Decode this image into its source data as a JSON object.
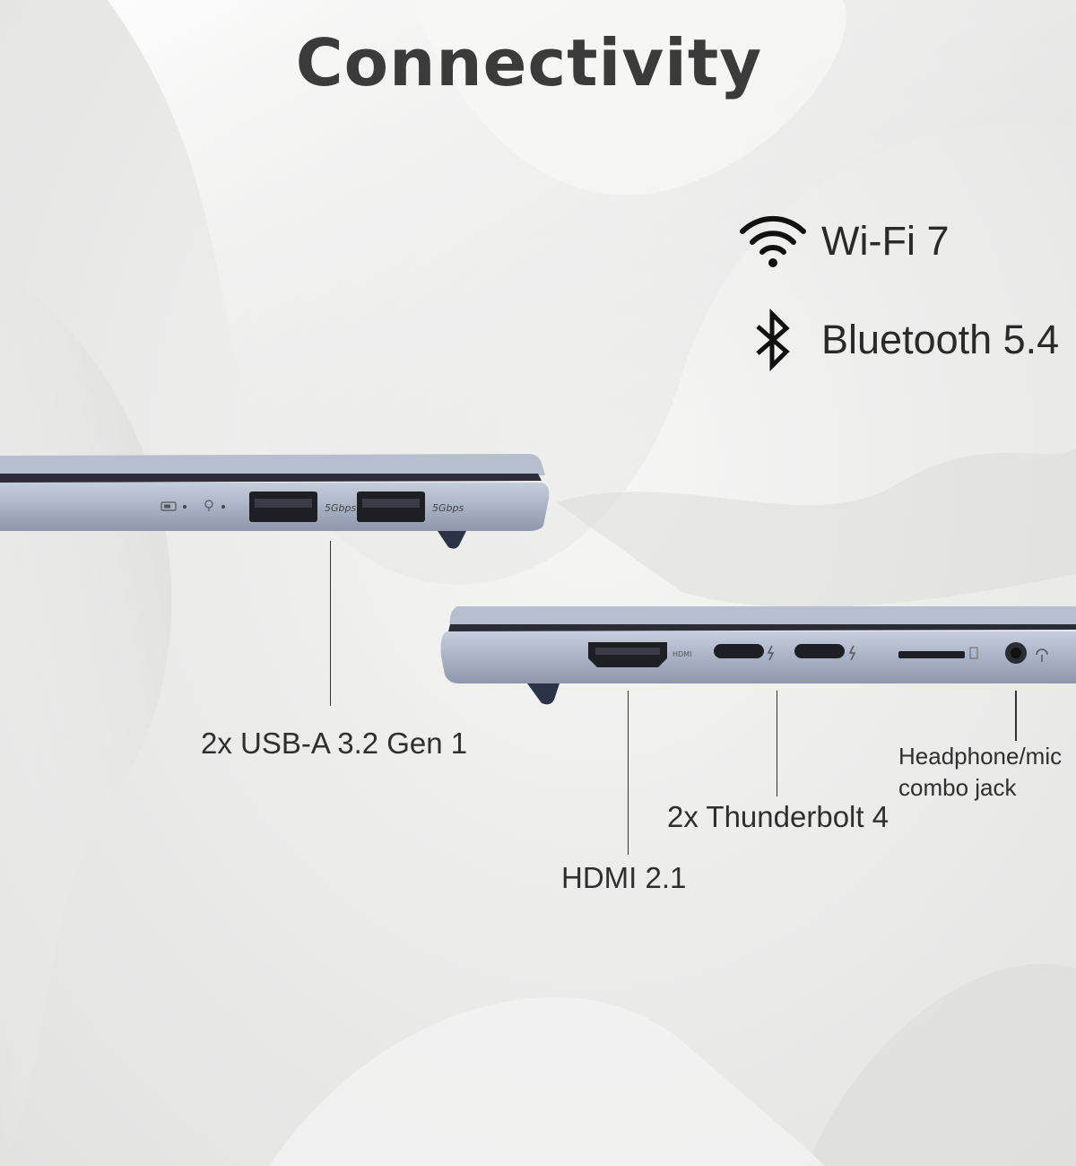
{
  "title": "Connectivity",
  "wireless": [
    {
      "icon": "wifi-icon",
      "label": "Wi-Fi 7"
    },
    {
      "icon": "bluetooth-icon",
      "label": "Bluetooth 5.4"
    }
  ],
  "laptop_left_side": {
    "port_labels": [
      "5Gbps",
      "5Gbps"
    ]
  },
  "laptop_right_side": {
    "port_labels": [
      "HDMI"
    ]
  },
  "callouts": {
    "usb_a": "2x USB-A 3.2 Gen 1",
    "thunderbolt": "2x Thunderbolt 4",
    "hdmi": "HDMI 2.1",
    "audio_line1": "Headphone/mic",
    "audio_line2": "combo jack"
  },
  "colors": {
    "chassis": "#aab3c6",
    "chassis_dark": "#7f889c",
    "port": "#1d1f24",
    "text": "#2f2f2f"
  }
}
